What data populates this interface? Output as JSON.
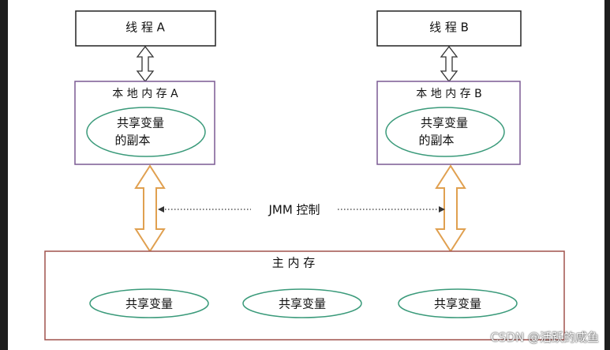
{
  "diagram": {
    "thread_a": "线 程 A",
    "thread_b": "线 程 B",
    "local_memory_a": "本 地 内 存 A",
    "local_memory_b": "本 地 内 存 B",
    "copy_a_line1": "共享变量",
    "copy_a_line2": "的副本",
    "copy_b_line1": "共享变量",
    "copy_b_line2": "的副本",
    "jmm_label": "JMM 控制",
    "main_memory": "主 内 存",
    "shared_var_1": "共享变量",
    "shared_var_2": "共享变量",
    "shared_var_3": "共享变量"
  },
  "watermark": "CSDN @活跃的咸鱼",
  "colors": {
    "local_border": "#7b5a94",
    "main_border": "#a0524d",
    "ellipse_stroke": "#3a9a7a",
    "orange_arrow": "#e0a050",
    "thread_border": "#222222"
  }
}
